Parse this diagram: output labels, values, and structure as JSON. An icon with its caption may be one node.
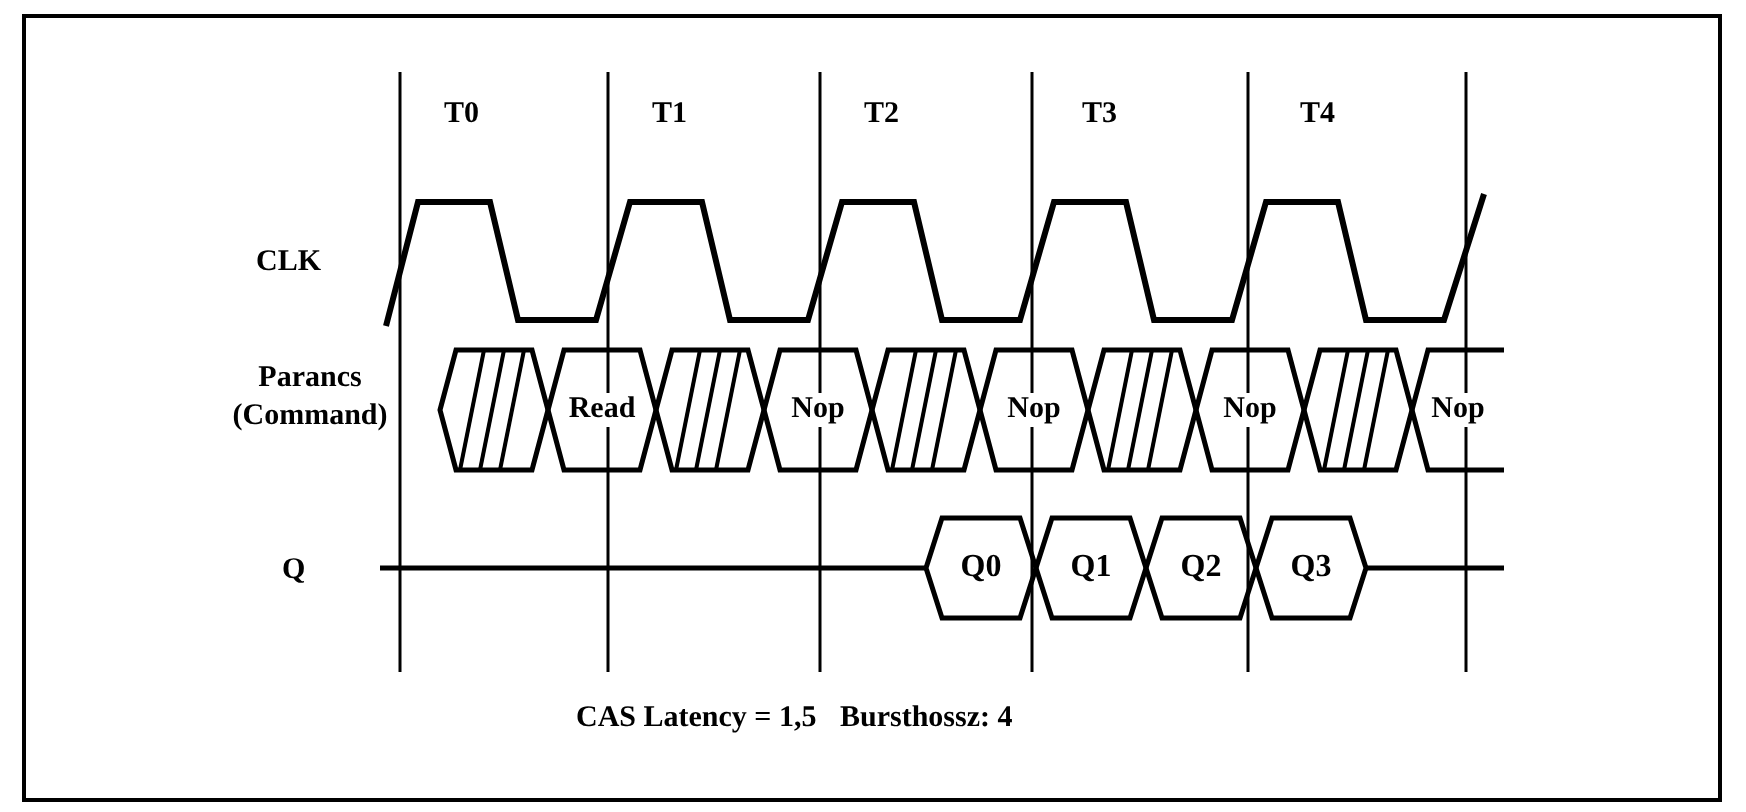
{
  "diagram": {
    "nodes": [
      {
        "text": [],
        "shape": "hexagon"
      },
      {
        "text": [
          "Read"
        ]
      },
      {
        "text": [],
        "shape": "hexagon"
      },
      {
        "text": [
          "Nop"
        ]
      },
      {
        "text": [],
        "shape": "hexagon"
      },
      {
        "text": [
          "Nop"
        ]
      },
      {
        "text": [],
        "shape": "hexagon"
      },
      {
        "text": [
          "Nop"
        ]
      },
      {
        "text": [],
        "shape": "hexagon"
      },
      {
        "text": [
          "Nop"
        ]
      },
      {
        "text": [
          "Q0"
        ]
      },
      {
        "text": [
          "Q1"
        ]
      },
      {
        "text": [
          "Q2"
        ]
      },
      {
        "text": [
          "Q3"
        ]
      }
    ],
    "labels": [
      "T0",
      "T1",
      "T2",
      "T3",
      "T4",
      "CLK",
      "Parancs (Command)",
      "Q",
      "CAS Latency = 1,5",
      "Bursthossz: 4"
    ]
  }
}
